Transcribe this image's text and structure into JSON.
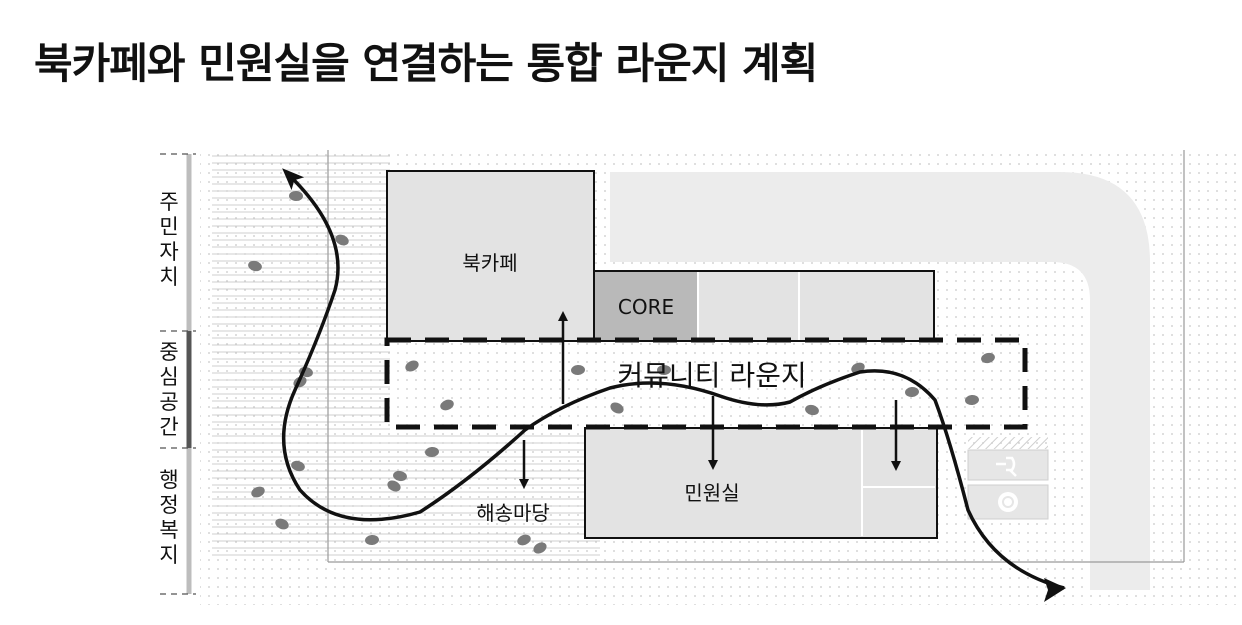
{
  "title": "북카페와 민원실을 연결하는 통합 라운지 계획",
  "side_labels": [
    {
      "text": "주민자치",
      "chars": [
        "주",
        "민",
        "자",
        "치"
      ]
    },
    {
      "text": "중심공간",
      "chars": [
        "중",
        "심",
        "공",
        "간"
      ]
    },
    {
      "text": "행정복지",
      "chars": [
        "행",
        "정",
        "복",
        "지"
      ]
    }
  ],
  "rooms": {
    "book_cafe": "북카페",
    "core": "CORE",
    "civil_office": "민원실",
    "lounge": "커뮤니티 라운지",
    "yard": "해송마당"
  },
  "icons": [
    "elevator-icon",
    "accessible-icon"
  ],
  "colors": {
    "room_fill": "#e3e3e3",
    "core_fill": "#b9b9b9",
    "road": "#ececec",
    "side_bar": "#555555",
    "tree": "#7a7a7a"
  }
}
